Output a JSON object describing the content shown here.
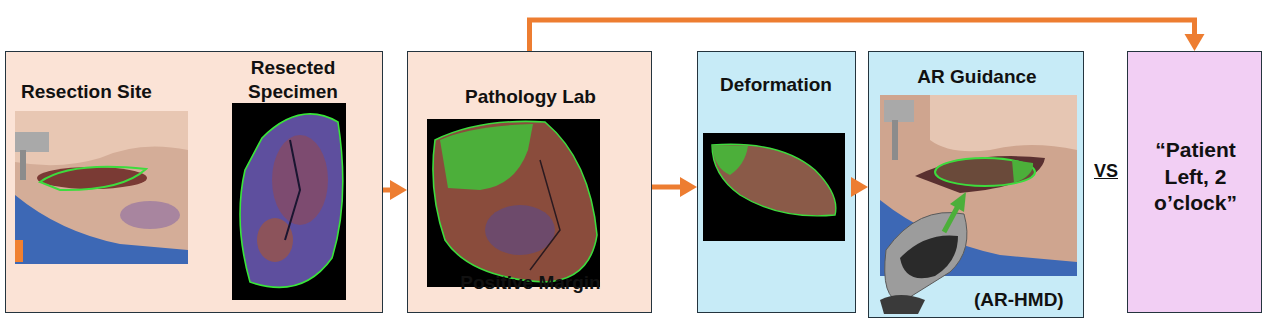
{
  "diagram": {
    "nodes": [
      {
        "text": [
          "Resection Site",
          "Resected Specimen"
        ]
      },
      {
        "text": [
          "Pathology Lab",
          "Positive Margin"
        ]
      },
      {
        "text": [
          "Deformation"
        ]
      },
      {
        "text": [
          "AR Guidance",
          "(AR-HMD)"
        ]
      },
      {
        "text": [
          "“Patient Left, 2 o’clock”"
        ]
      }
    ],
    "edges": [
      {
        "from": 0,
        "to": 1,
        "arrow": "to"
      },
      {
        "from": 1,
        "to": 2,
        "arrow": "to"
      },
      {
        "from": 2,
        "to": 3,
        "arrow": "to"
      },
      {
        "from": 1,
        "to": 4,
        "arrow": "to"
      }
    ],
    "labels": [
      "VS"
    ]
  }
}
